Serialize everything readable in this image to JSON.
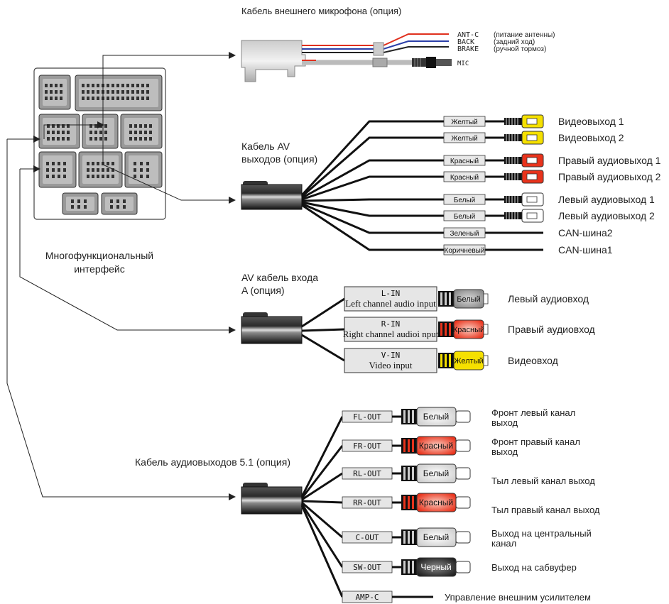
{
  "mic_section": {
    "title": "Кабель внешнего микрофона (опция)",
    "wires": [
      {
        "code": "ANT-C",
        "note": "(питание антенны)",
        "color": "#e0301e"
      },
      {
        "code": "BACK",
        "note": "(задний ход)",
        "color": "#2b3fa8"
      },
      {
        "code": "BRAKE",
        "note": "(ручной тормоз)",
        "color": "#222222"
      }
    ],
    "mic_label": "MIC"
  },
  "interface": {
    "label_line1": "Многофункциональный",
    "label_line2": "интерфейс"
  },
  "av_out_section": {
    "title_line1": "Кабель AV",
    "title_line2": "выходов (опция)",
    "outputs": [
      {
        "tag": "Желтый",
        "plug_color": "#f5e000",
        "label": "Видеовыход 1"
      },
      {
        "tag": "Желтый",
        "plug_color": "#f5e000",
        "label": "Видеовыход 2"
      },
      {
        "tag": "Красный",
        "plug_color": "#e8331c",
        "label": "Правый аудиовыход 1"
      },
      {
        "tag": "Красный",
        "plug_color": "#e8331c",
        "label": "Правый аудиовыход 2"
      },
      {
        "tag": "Белый",
        "plug_color": "#ffffff",
        "label": "Левый аудиовыход 1"
      },
      {
        "tag": "Белый",
        "plug_color": "#ffffff",
        "label": "Левый аудиовыход 2"
      },
      {
        "tag": "Зеленый",
        "plug_color": "",
        "label": "CAN-шина2"
      },
      {
        "tag": "Коричневый",
        "plug_color": "",
        "label": "CAN-шина1"
      }
    ]
  },
  "av_in_section": {
    "title_line1": "AV кабель входа",
    "title_line2": "A (опция)",
    "inputs": [
      {
        "code": "L-IN",
        "desc": "Left channel audio input",
        "plug_tag": "Белый",
        "plug_color": "#c9c9c9",
        "label": "Левый аудиовход"
      },
      {
        "code": "R-IN",
        "desc": "Right channel audioi nput",
        "plug_tag": "Красный",
        "plug_color": "#e8331c",
        "label": "Правый аудиовход"
      },
      {
        "code": "V-IN",
        "desc": "Video input",
        "plug_tag": "Желтый",
        "plug_color": "#f5e000",
        "label": "Видеовход"
      }
    ]
  },
  "audio51_section": {
    "title": "Кабель аудиовыходов 5.1 (опция)",
    "outputs": [
      {
        "code": "FL-OUT",
        "plug_tag": "Белый",
        "plug_color": "#f2f2f2",
        "label_line1": "Фронт левый канал",
        "label_line2": "выход"
      },
      {
        "code": "FR-OUT",
        "plug_tag": "Красный",
        "plug_color": "#e8331c",
        "label_line1": "Фронт правый канал",
        "label_line2": "выход"
      },
      {
        "code": "RL-OUT",
        "plug_tag": "Белый",
        "plug_color": "#f2f2f2",
        "label_line1": "Тыл левый канал выход",
        "label_line2": ""
      },
      {
        "code": "RR-OUT",
        "plug_tag": "Красный",
        "plug_color": "#e8331c",
        "label_line1": "Тыл правый канал выход",
        "label_line2": ""
      },
      {
        "code": "C-OUT",
        "plug_tag": "Белый",
        "plug_color": "#f2f2f2",
        "label_line1": "Выход на центральный",
        "label_line2": "канал"
      },
      {
        "code": "SW-OUT",
        "plug_tag": "Черный",
        "plug_color": "#333333",
        "label_line1": "Выход на сабвуфер",
        "label_line2": ""
      },
      {
        "code": "AMP-C",
        "plug_tag": "",
        "plug_color": "",
        "label_line1": "Управление внешним усилителем",
        "label_line2": ""
      }
    ]
  }
}
